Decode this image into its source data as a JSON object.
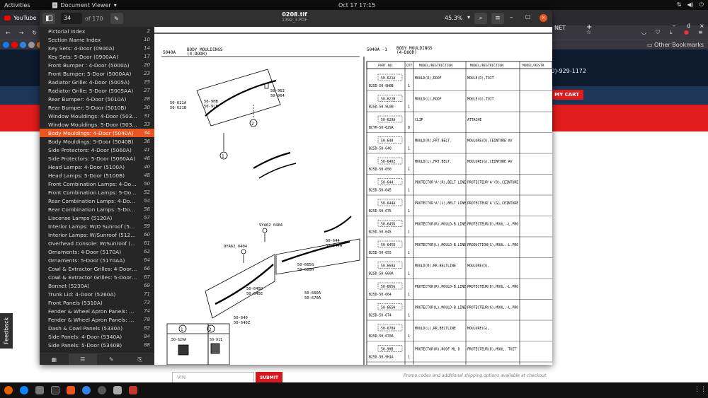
{
  "topbar": {
    "activities": "Activities",
    "app_name": "Document Viewer",
    "clock": "Oct 17  17:15"
  },
  "browser": {
    "tab_youtube": "YouTube",
    "tab_net": "NET",
    "other_bookmarks": "Other Bookmarks",
    "phone": "0)-929-1172",
    "cart": "MY CART",
    "vin_placeholder": "VIN",
    "submit": "SUBMIT",
    "promo": "Promo codes and additional shipping options available at checkout.",
    "feedback": "Feedback"
  },
  "viewer": {
    "page_number": "34",
    "page_count": "of 170",
    "title": "0208.tif",
    "subtitle": "1392_3.PDF",
    "zoom": "45.3%"
  },
  "outline": [
    {
      "label": "Pictorial Index",
      "page": "2"
    },
    {
      "label": "Section Name Index",
      "page": "10"
    },
    {
      "label": "Key Sets: 4-Door (0900A)",
      "page": "14"
    },
    {
      "label": "Key Sets: 5-Door (0900AA)",
      "page": "17"
    },
    {
      "label": "Front Bumper : 4-Door (5000A)",
      "page": "20"
    },
    {
      "label": "Front Bumper: 5-Door (5000AA)",
      "page": "23"
    },
    {
      "label": "Radiator Grille: 4-Door (5005A)",
      "page": "25"
    },
    {
      "label": "Radiator Grille: 5-Door (5005AA)",
      "page": "27"
    },
    {
      "label": "Rear Bumper: 4-Door (5010A)",
      "page": "28"
    },
    {
      "label": "Rear Bumper: 5-Door (5010B)",
      "page": "30"
    },
    {
      "label": "Window Mouldings: 4-Door (5030A)",
      "page": "31"
    },
    {
      "label": "Window Mouldings: 5-Door (5030B)",
      "page": "33"
    },
    {
      "label": "Body Mouldings: 4-Door (5040A)",
      "page": "34"
    },
    {
      "label": "Body Mouldings: 5-Door (5040B)",
      "page": "36"
    },
    {
      "label": "Side Protectors: 4-Door (5060A)",
      "page": "41"
    },
    {
      "label": "Side Protectors: 5-Door (5060AA)",
      "page": "46"
    },
    {
      "label": "Head Lamps: 4-Door (5100A)",
      "page": "40"
    },
    {
      "label": "Head Lamps: 5-Door (5100B)",
      "page": "48"
    },
    {
      "label": "Front Combination Lamps: 4-Door...",
      "page": "50"
    },
    {
      "label": "Front Combination Lamps: 5-Door...",
      "page": "52"
    },
    {
      "label": "Rear Combination Lamps: 4-Door...",
      "page": "54"
    },
    {
      "label": "Rear Combination Lamps: 5-Door ...",
      "page": "56"
    },
    {
      "label": "Liscense Lamps (5120A)",
      "page": "57"
    },
    {
      "label": "Interior Lamps: W/O Sunroof (512...",
      "page": "59"
    },
    {
      "label": "Interior Lamps: W/Sunroof (5125B)",
      "page": "60"
    },
    {
      "label": "Overhead Console: W/Sunroof (51...",
      "page": "61"
    },
    {
      "label": "Ornaments: 4-Door (5170A)",
      "page": "62"
    },
    {
      "label": "Ornaments: 5-Door (5170AA)",
      "page": "64"
    },
    {
      "label": "Cowl & Extractor Grilles: 4-Door (...",
      "page": "66"
    },
    {
      "label": "Cowl & Extractor Grilles: 5-Door (...",
      "page": "67"
    },
    {
      "label": "Bonnet (5230A)",
      "page": "69"
    },
    {
      "label": "Trunk Lid: 4-Door (5260A)",
      "page": "71"
    },
    {
      "label": "Front Panels (5310A)",
      "page": "73"
    },
    {
      "label": "Fender & Wheel Apron Panels: 4-D...",
      "page": "74"
    },
    {
      "label": "Fender & Wheel Apron Panels: 5-D...",
      "page": "78"
    },
    {
      "label": "Dash & Cowl Panels (5330A)",
      "page": "82"
    },
    {
      "label": "Side Panels: 4-Door (5340A)",
      "page": "84"
    },
    {
      "label": "Side Panels: 5-Door (5340B)",
      "page": "88"
    }
  ],
  "selected_outline_index": 12,
  "document": {
    "left_code": "5040A",
    "left_title": "BODY MOULDINGS",
    "left_subtitle": "(4-DOOR)",
    "right_code": "5040A -1",
    "right_title": "BODY MOULDINGS",
    "right_subtitle": "(4-DOOR)",
    "col_part": "PART NO.",
    "col_qty": "QTY",
    "col_model1": "MODEL/RESTRICTION",
    "col_model2": "MODEL/RESTRICTION",
    "col_model3": "MODEL/RESTR",
    "rows": [
      {
        "ref": "50-621A",
        "part": "B25D-50-9H0B",
        "qty": "1",
        "en": "MOULD(R),ROOF",
        "fr": "MOULE(D),TOIT"
      },
      {
        "ref": "50-621B",
        "part": "B25D-50-9L0B",
        "qty": "1",
        "en": "MOULD(L),ROOF",
        "fr": "MOULE(G),TOIT"
      },
      {
        "ref": "50-629A",
        "part": "BCYM-50-629A",
        "qty": "8",
        "en": "CLIP",
        "fr": "ATTACHE"
      },
      {
        "ref": "50-640",
        "part": "B25D-50-640",
        "qty": "1",
        "en": "MOULD(R),FRT.BELT.",
        "fr": "MOULURE(D),CEINTURE AV"
      },
      {
        "ref": "50-640Z",
        "part": "B25D-50-650",
        "qty": "1",
        "en": "MOULD(L),FRT.BELT.",
        "fr": "MOULURE(G),CEINTURE AV"
      },
      {
        "ref": "50-644",
        "part": "B25D-50-645",
        "qty": "1",
        "en": "PROTECTOR'A'(R),BELT LINE",
        "fr": "PROTECTEUR'A'(D),CEINTURE"
      },
      {
        "ref": "50-644A",
        "part": "B25D-50-675",
        "qty": "1",
        "en": "PROTECTOR'A'(L),BELT LINE",
        "fr": "PROTECTEUR'A'(G),CEINTURE"
      },
      {
        "ref": "50-645D",
        "part": "B25D-50-645",
        "qty": "1",
        "en": "PROTECTOR(R),MOULD-B.LINE",
        "fr": "PROTECTEUR(D),MOUL.-L.PRO"
      },
      {
        "ref": "50-645E",
        "part": "B25D-50-655",
        "qty": "1",
        "en": "PROTECTOR(L),MOULD-B.LINE",
        "fr": "PRODUCTION(G),MOUL.-L.PRO"
      },
      {
        "ref": "50-660A",
        "part": "B25D-50-660A",
        "qty": "1",
        "en": "MOULD(R),RR.BELTLINE",
        "fr": "MOULURE(D),"
      },
      {
        "ref": "50-665G",
        "part": "B25D-50-664",
        "qty": "1",
        "en": "PROTECTOR(R),MOULD-B.LINE",
        "fr": "PROTECTEUR(D),MOUL.-L.PRO"
      },
      {
        "ref": "50-665H",
        "part": "B25D-50-674",
        "qty": "1",
        "en": "PROTECTOR(L),MOULD-B.LINE",
        "fr": "PROTECTEUR(G),MOUL.-L.PRO"
      },
      {
        "ref": "50-670A",
        "part": "B25D-50-670A",
        "qty": "1",
        "en": "MOULD(L),RR.BELTLINE",
        "fr": "MOULURE(G),"
      },
      {
        "ref": "50-9HB",
        "part": "B25D-50-9H1A",
        "qty": "1",
        "en": "PROTECTOR(R),ROOF ML D",
        "fr": "PROTECTEUR(D),MOUL. TOIT"
      }
    ],
    "callouts": {
      "c1": "50-621A",
      "c2": "50-621B",
      "c3": "50-9HB",
      "c4": "50-9LB",
      "c5": "50-963",
      "c6": "50-964",
      "c7": "9YA62 0404",
      "c8": "9YA62 0404",
      "c9": "50-644",
      "c10": "50-644A",
      "c11": "50-665G",
      "c12": "50-665H",
      "c13": "50-645D",
      "c14": "50-645E",
      "c15": "50-660A",
      "c16": "50-670A",
      "c17": "50-640",
      "c18": "50-640Z",
      "n1": "1",
      "n2": "2",
      "l1": "50-629A",
      "l2": "50-911"
    }
  }
}
